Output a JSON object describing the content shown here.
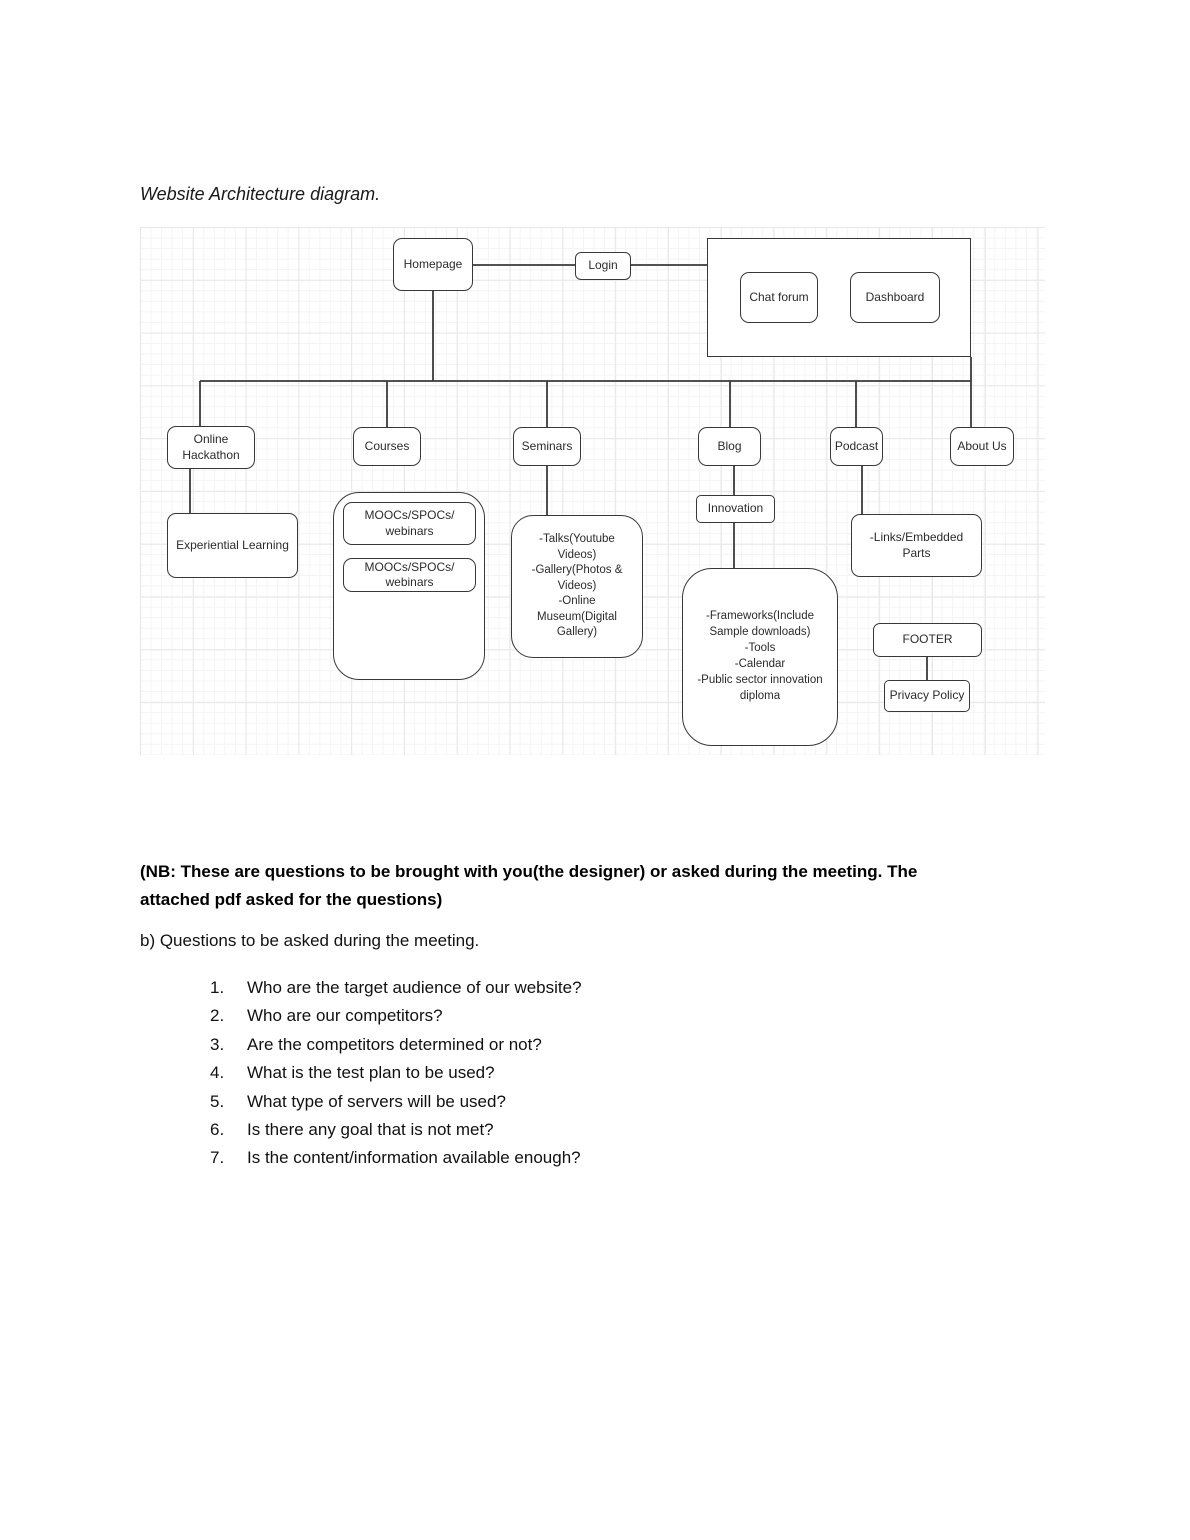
{
  "title": "Website Architecture diagram.",
  "diagram": {
    "nodes": {
      "homepage": {
        "label": "Homepage"
      },
      "login": {
        "label": "Login"
      },
      "chat_forum": {
        "label": "Chat forum"
      },
      "dashboard": {
        "label": "Dashboard"
      },
      "online_hackathon": {
        "lines": [
          "Online",
          "Hackathon"
        ]
      },
      "courses": {
        "label": "Courses"
      },
      "seminars": {
        "label": "Seminars"
      },
      "blog": {
        "label": "Blog"
      },
      "podcast": {
        "label": "Podcast"
      },
      "about_us": {
        "label": "About Us"
      },
      "experiential_learning": {
        "label": "Experiential Learning"
      },
      "moocs_webinars_1": {
        "lines": [
          "MOOCs/SPOCs/",
          "webinars"
        ]
      },
      "moocs_webinars_2": {
        "lines": [
          "MOOCs/SPOCs/",
          "webinars"
        ]
      },
      "seminars_details": {
        "lines": [
          "-Talks(Youtube",
          "Videos)",
          "-Gallery(Photos &",
          "Videos)",
          "-Online",
          "Museum(Digital",
          "Gallery)"
        ]
      },
      "innovation": {
        "label": "Innovation"
      },
      "blog_details": {
        "lines": [
          "-Frameworks(Include",
          "Sample downloads)",
          "-Tools",
          "-Calendar",
          "-Public sector innovation",
          "diploma"
        ]
      },
      "links_embedded": {
        "lines": [
          "-Links/Embedded",
          "Parts"
        ]
      },
      "footer": {
        "label": "FOOTER"
      },
      "privacy_policy": {
        "label": "Privacy Policy"
      }
    }
  },
  "notes": {
    "nb_lines": [
      "(NB: These are questions to be brought with you(the designer) or asked during the meeting. The",
      "attached pdf asked for the questions)"
    ],
    "section_heading": "b) Questions to be asked during the meeting."
  },
  "questions": [
    "Who are the target audience of our website?",
    "Who are our competitors?",
    "Are the competitors determined or not?",
    "What is the test plan to be used?",
    "What type of servers will be used?",
    "Is there any goal that is not met?",
    "Is the content/information available enough?"
  ]
}
